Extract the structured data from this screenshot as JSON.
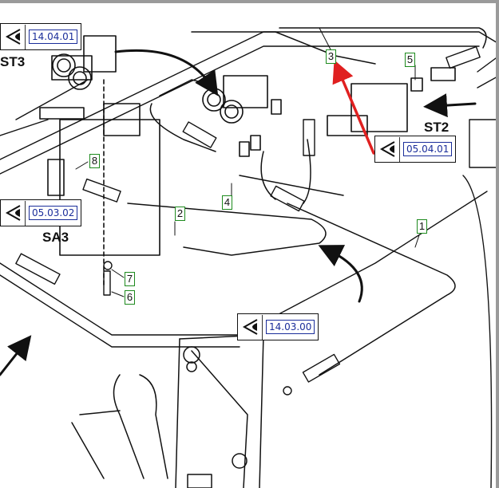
{
  "labels": {
    "st3": "ST3",
    "st2": "ST2",
    "sa3": "SA3"
  },
  "callouts": {
    "c1": "14.04.01",
    "c2": "05.04.01",
    "c3": "05.03.02",
    "c4": "14.03.00"
  },
  "items": {
    "n1": "1",
    "n2": "2",
    "n3": "3",
    "n4": "4",
    "n5": "5",
    "n6": "6",
    "n7": "7",
    "n8": "8"
  },
  "icons": {
    "callout_icon": "eye-view-icon"
  },
  "colors": {
    "ref_text": "#1a2d9a",
    "item_border": "#1d8a1d",
    "pointer_arrow": "#e02020"
  }
}
